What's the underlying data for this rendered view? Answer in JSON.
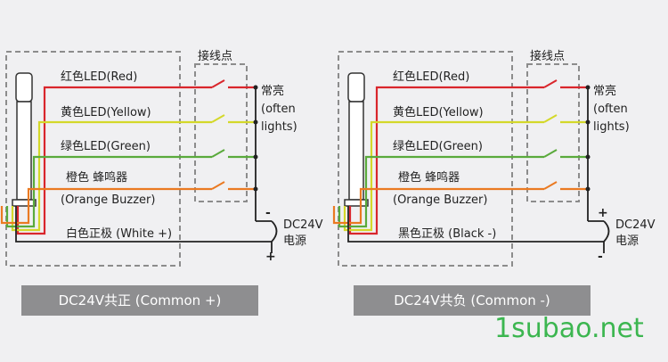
{
  "colors": {
    "red": "#d9262c",
    "yellow": "#d4d82a",
    "green": "#5aaa3c",
    "orange": "#ea7a22",
    "common_wire": "#222222",
    "dash_box": "#8c8c8c",
    "caption_bg": "#8e8e90",
    "watermark": "#3cb650"
  },
  "panels": [
    {
      "terminal_label": "接线点",
      "labels": {
        "red": "红色LED(Red)",
        "yellow": "黄色LED(Yellow)",
        "green": "绿色LED(Green)",
        "orange_1": "橙色 蜂鸣器",
        "orange_2": "(Orange Buzzer)",
        "common": "白色正极 (White +)"
      },
      "side": {
        "line1": "常亮",
        "line2": "(often",
        "line3": "lights)"
      },
      "power": {
        "top_sign": "-",
        "bottom_sign": "+",
        "line1": "DC24V",
        "line2": "电源"
      },
      "caption": "DC24V共正 (Common +)"
    },
    {
      "terminal_label": "接线点",
      "labels": {
        "red": "红色LED(Red)",
        "yellow": "黄色LED(Yellow)",
        "green": "绿色LED(Green)",
        "orange_1": "橙色 蜂鸣器",
        "orange_2": "(Orange Buzzer)",
        "common": "黑色正极 (Black -)"
      },
      "side": {
        "line1": "常亮",
        "line2": "(often",
        "line3": "lights)"
      },
      "power": {
        "top_sign": "+",
        "bottom_sign": "-",
        "line1": "DC24V",
        "line2": "电源"
      },
      "caption": "DC24V共负 (Common -)"
    }
  ],
  "watermark": "1subao.net"
}
